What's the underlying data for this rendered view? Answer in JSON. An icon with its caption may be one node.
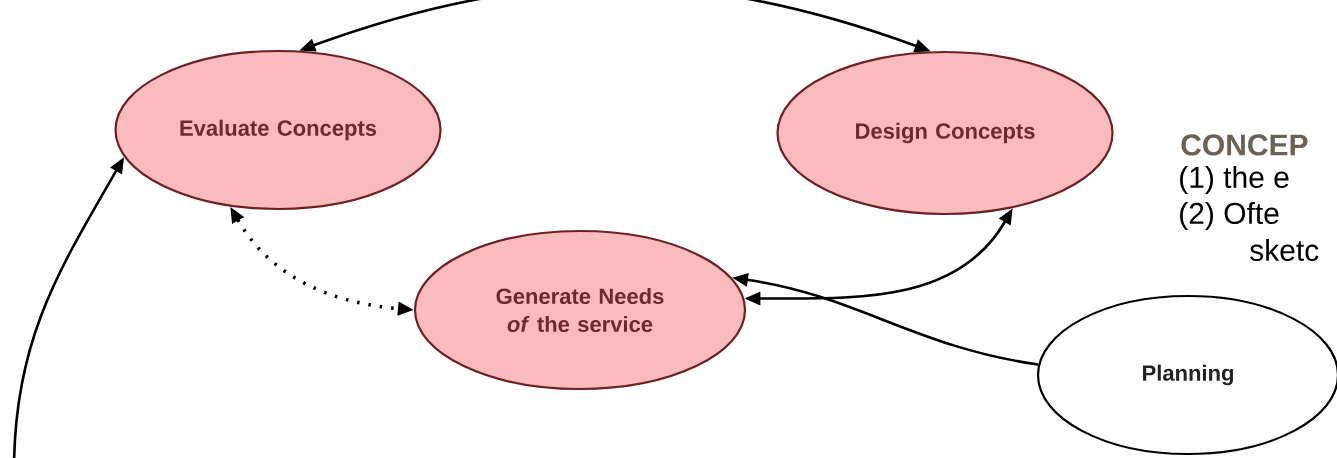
{
  "diagram": {
    "nodes": [
      {
        "text": [
          "Evaluate Concepts"
        ]
      },
      {
        "text": [
          "Design Concepts"
        ]
      },
      {
        "text": [
          "Generate Needs *of* the service"
        ]
      },
      {
        "text": [
          "Planning"
        ]
      }
    ],
    "edges": [
      {
        "from": 0,
        "to": 1,
        "arrow": "both"
      },
      {
        "from": 0,
        "to": 2,
        "arrow": "both",
        "style": "dashed"
      },
      {
        "from": 1,
        "to": 2,
        "arrow": "both"
      },
      {
        "from": 3,
        "to": 2,
        "arrow": "to"
      },
      {
        "from": null,
        "to": 0,
        "arrow": "to"
      }
    ],
    "labels": [
      "CONCEP",
      "(1) the e",
      "(2) Ofte",
      "sketc"
    ]
  }
}
